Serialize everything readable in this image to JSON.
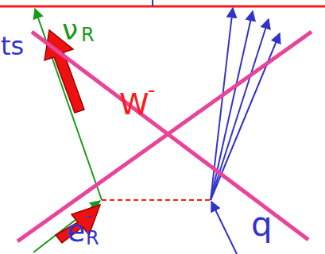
{
  "diagram": {
    "labels": [
      "ts",
      "ν",
      "R",
      "W",
      "-",
      "e",
      "-",
      "R",
      "q"
    ]
  }
}
